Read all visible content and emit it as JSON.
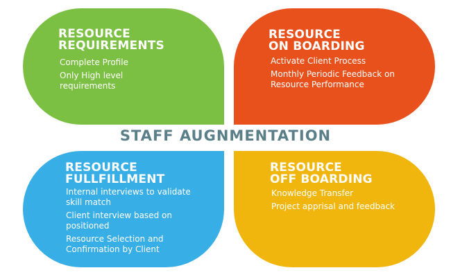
{
  "center_title": "STAFF AUGNMENTATION",
  "colors": {
    "green": "#7cc043",
    "orange": "#e8501c",
    "blue": "#38aee6",
    "yellow": "#f0b60e",
    "title": "#5b7f88"
  },
  "quadrants": [
    {
      "title_lines": [
        "RESOURCE",
        "REQUIREMENTS"
      ],
      "items": [
        "Complete Profile",
        "Only High level requirements"
      ]
    },
    {
      "title_lines": [
        "RESOURCE",
        "ON BOARDING"
      ],
      "items": [
        "Activate Client Process",
        "Monthly Periodic Feedback on Resource Performance"
      ]
    },
    {
      "title_lines": [
        "RESOURCE",
        "FULLFILLMENT"
      ],
      "items": [
        "Internal interviews to validate skill match",
        "Client interview based on positioned",
        "Resource Selection and Confirmation by Client"
      ]
    },
    {
      "title_lines": [
        "RESOURCE",
        "OFF BOARDING"
      ],
      "items": [
        "Knowledge Transfer",
        "Project apprisal and feedback"
      ]
    }
  ]
}
